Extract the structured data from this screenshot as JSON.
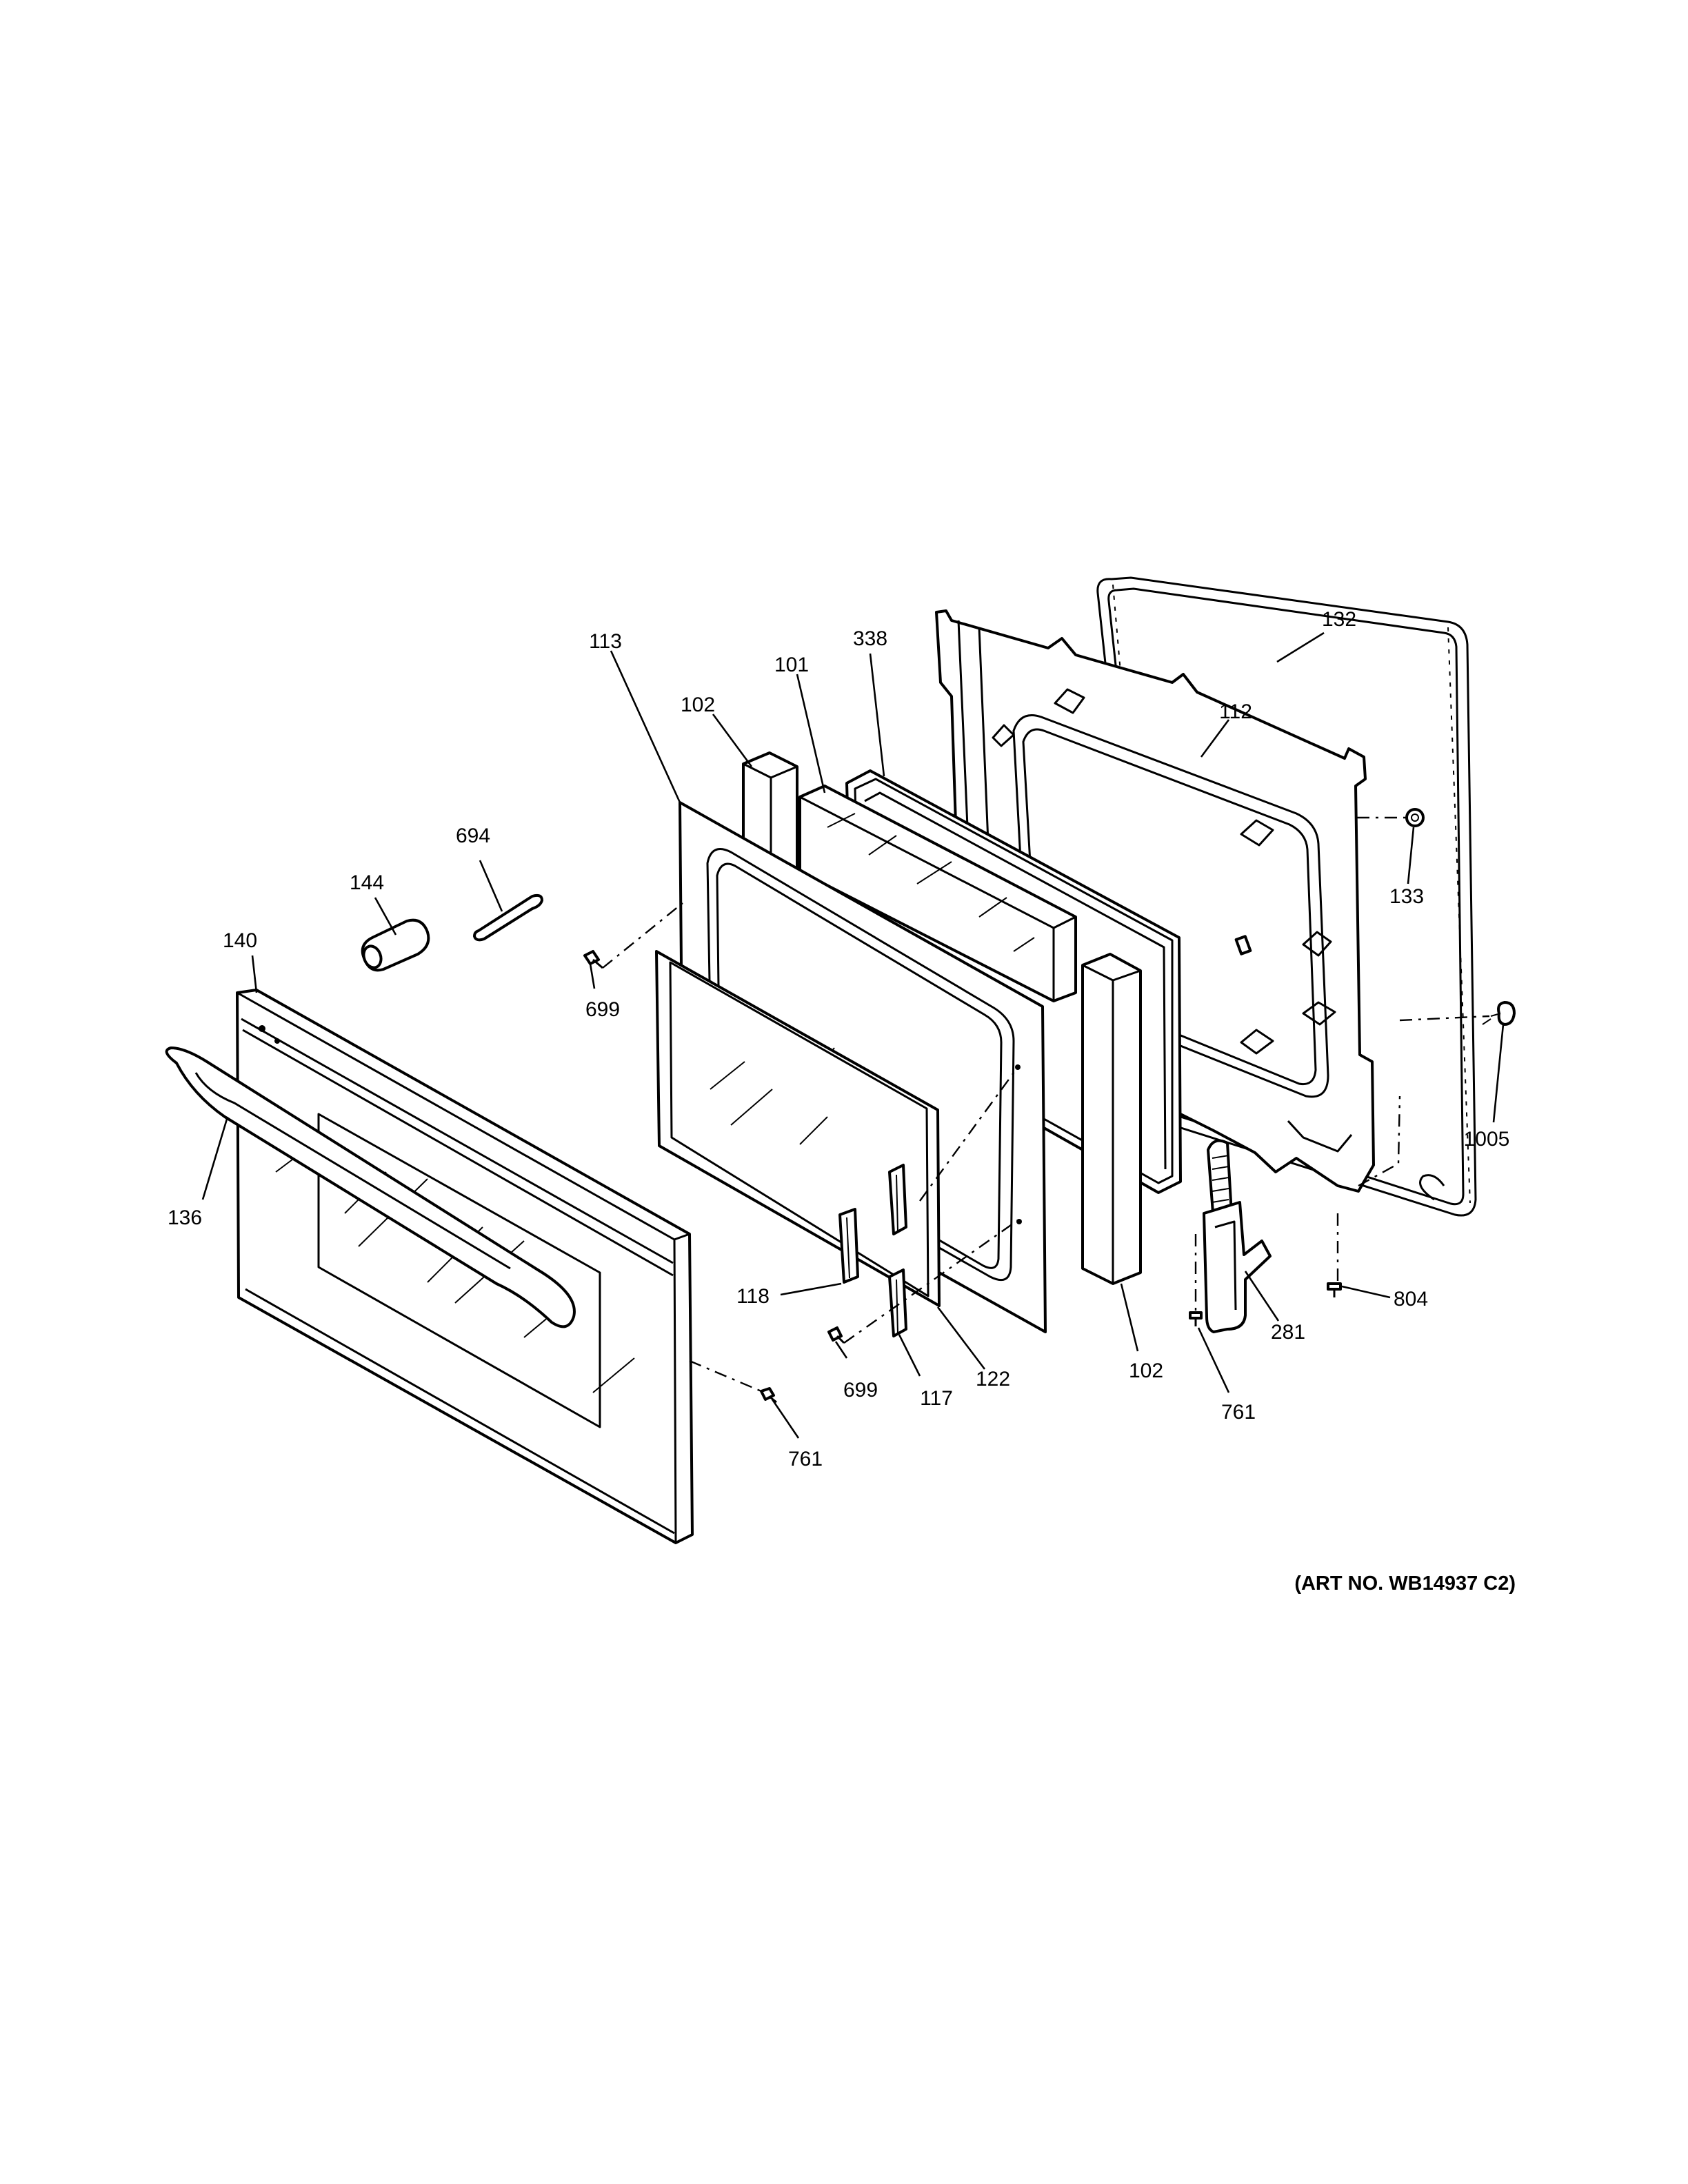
{
  "art_number": "(ART NO. WB14937 C2)",
  "callouts": [
    {
      "id": "c-113",
      "label": "113"
    },
    {
      "id": "c-102a",
      "label": "102"
    },
    {
      "id": "c-101",
      "label": "101"
    },
    {
      "id": "c-338",
      "label": "338"
    },
    {
      "id": "c-132",
      "label": "132"
    },
    {
      "id": "c-112",
      "label": "112"
    },
    {
      "id": "c-133",
      "label": "133"
    },
    {
      "id": "c-694",
      "label": "694"
    },
    {
      "id": "c-144",
      "label": "144"
    },
    {
      "id": "c-140",
      "label": "140"
    },
    {
      "id": "c-699a",
      "label": "699"
    },
    {
      "id": "c-136",
      "label": "136"
    },
    {
      "id": "c-1005",
      "label": "1005"
    },
    {
      "id": "c-118",
      "label": "118"
    },
    {
      "id": "c-699b",
      "label": "699"
    },
    {
      "id": "c-117",
      "label": "117"
    },
    {
      "id": "c-122",
      "label": "122"
    },
    {
      "id": "c-102b",
      "label": "102"
    },
    {
      "id": "c-761a",
      "label": "761"
    },
    {
      "id": "c-281",
      "label": "281"
    },
    {
      "id": "c-804",
      "label": "804"
    },
    {
      "id": "c-761b",
      "label": "761"
    }
  ]
}
